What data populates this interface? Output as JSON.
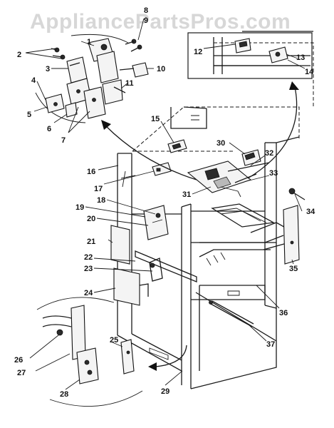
{
  "watermark": "AppliancePartsPros.com",
  "callouts": [
    {
      "id": "1",
      "label": "1"
    },
    {
      "id": "2",
      "label": "2"
    },
    {
      "id": "3",
      "label": "3"
    },
    {
      "id": "4",
      "label": "4"
    },
    {
      "id": "5",
      "label": "5"
    },
    {
      "id": "6",
      "label": "6"
    },
    {
      "id": "7",
      "label": "7"
    },
    {
      "id": "8",
      "label": "8"
    },
    {
      "id": "9",
      "label": "9"
    },
    {
      "id": "10",
      "label": "10"
    },
    {
      "id": "11",
      "label": "11"
    },
    {
      "id": "12",
      "label": "12"
    },
    {
      "id": "13",
      "label": "13"
    },
    {
      "id": "14",
      "label": "14"
    },
    {
      "id": "15",
      "label": "15"
    },
    {
      "id": "16",
      "label": "16"
    },
    {
      "id": "17",
      "label": "17"
    },
    {
      "id": "18",
      "label": "18"
    },
    {
      "id": "19",
      "label": "19"
    },
    {
      "id": "20",
      "label": "20"
    },
    {
      "id": "21",
      "label": "21"
    },
    {
      "id": "22",
      "label": "22"
    },
    {
      "id": "23",
      "label": "23"
    },
    {
      "id": "24",
      "label": "24"
    },
    {
      "id": "25",
      "label": "25"
    },
    {
      "id": "26",
      "label": "26"
    },
    {
      "id": "27",
      "label": "27"
    },
    {
      "id": "28",
      "label": "28"
    },
    {
      "id": "29",
      "label": "29"
    },
    {
      "id": "30",
      "label": "30"
    },
    {
      "id": "31",
      "label": "31"
    },
    {
      "id": "32",
      "label": "32"
    },
    {
      "id": "33",
      "label": "33"
    },
    {
      "id": "34",
      "label": "34"
    },
    {
      "id": "35",
      "label": "35"
    },
    {
      "id": "36",
      "label": "36"
    },
    {
      "id": "37",
      "label": "37"
    }
  ]
}
